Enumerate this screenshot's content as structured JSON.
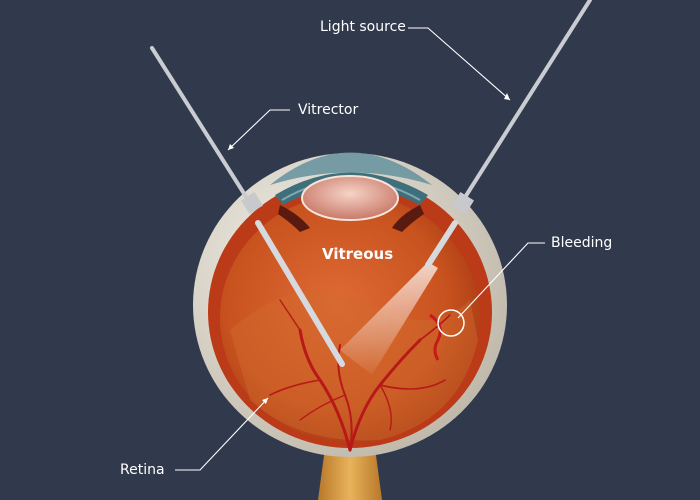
{
  "diagram": {
    "labels": {
      "light_source": "Light source",
      "vitrector": "Vitrector",
      "vitreous": "Vitreous",
      "bleeding": "Bleeding",
      "retina": "Retina"
    },
    "colors": {
      "background": "#313a4c",
      "sclera": "#e6e1d6",
      "choroid": "#c8401c",
      "vitreous": "#d8602c",
      "iris": "#4f7f8a",
      "lens": "#e8b2a4",
      "instrument": "#c9ccd1",
      "leader_line": "#ffffff",
      "optic_nerve": "#d99b3e",
      "vessels": "#b81818"
    }
  }
}
